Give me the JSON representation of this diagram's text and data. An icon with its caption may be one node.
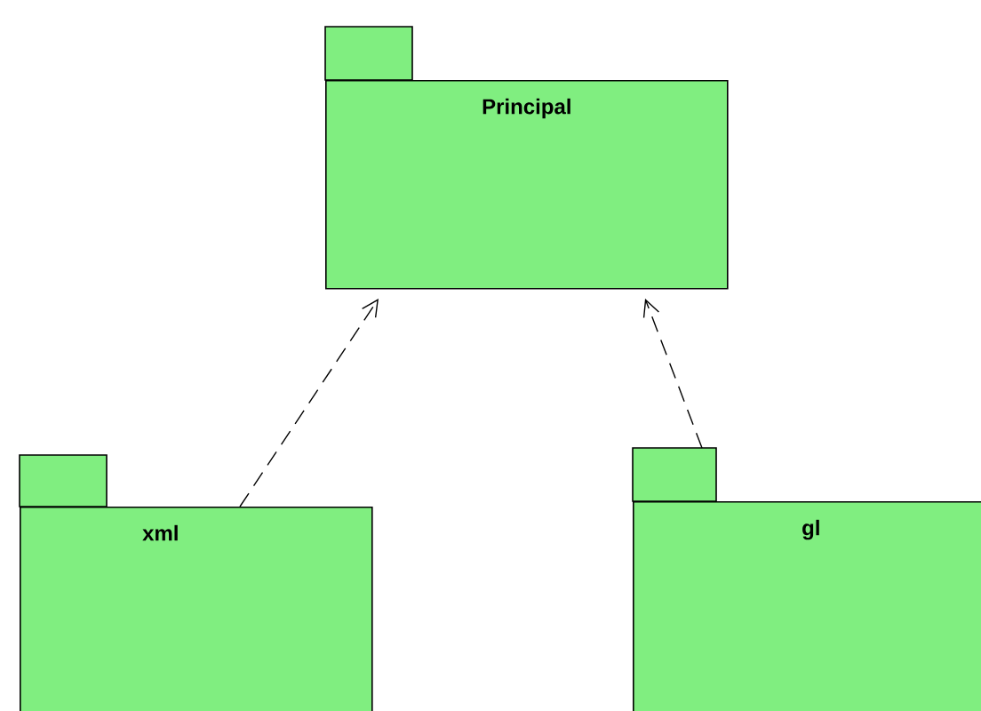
{
  "diagram": {
    "nodes": [
      {
        "text": [
          "Principal"
        ]
      },
      {
        "text": [
          "xml"
        ]
      },
      {
        "text": [
          "gl"
        ]
      }
    ],
    "edges": [
      {
        "from": 1,
        "to": 0,
        "arrow": "to",
        "style": "dashed"
      },
      {
        "from": 2,
        "to": 0,
        "arrow": "to",
        "style": "dashed"
      }
    ]
  }
}
